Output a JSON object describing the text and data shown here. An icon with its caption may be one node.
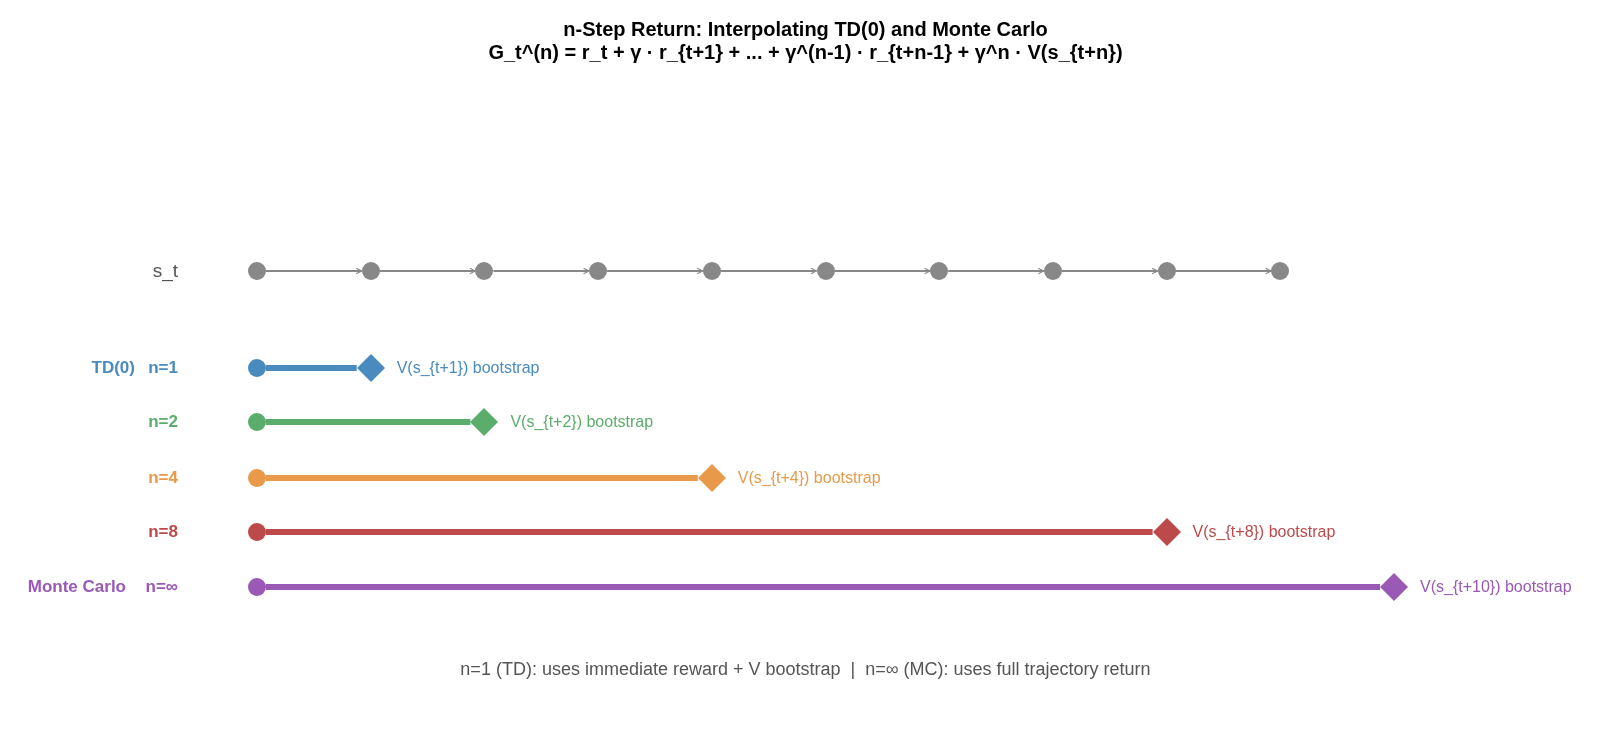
{
  "diagram": {
    "title": "n-Step Return: Interpolating TD(0) and Monte Carlo",
    "caption": "n=1 (TD): uses immediate reward + V bootstrap  |  n=∞ (MC): uses full trajectory return",
    "nodes": [
      {
        "text": [],
        "shape": "circle"
      },
      {
        "text": [],
        "shape": "circle"
      },
      {
        "text": [],
        "shape": "circle"
      },
      {
        "text": [],
        "shape": "circle"
      },
      {
        "text": [],
        "shape": "circle"
      },
      {
        "text": [],
        "shape": "circle"
      },
      {
        "text": [],
        "shape": "circle"
      },
      {
        "text": [],
        "shape": "circle"
      },
      {
        "text": [],
        "shape": "circle"
      },
      {
        "text": [],
        "shape": "circle"
      },
      {
        "text": [],
        "shape": "circle"
      },
      {
        "text": [],
        "shape": "diamond",
        "beside": [
          "V(s_{t+1}) bootstrap"
        ]
      },
      {
        "text": [],
        "shape": "circle"
      },
      {
        "text": [],
        "shape": "diamond",
        "beside": [
          "V(s_{t+2}) bootstrap"
        ]
      },
      {
        "text": [],
        "shape": "circle"
      },
      {
        "text": [],
        "shape": "diamond",
        "beside": [
          "V(s_{t+4}) bootstrap"
        ]
      },
      {
        "text": [],
        "shape": "circle"
      },
      {
        "text": [],
        "shape": "diamond",
        "beside": [
          "V(s_{t+8}) bootstrap"
        ]
      },
      {
        "text": [],
        "shape": "circle"
      },
      {
        "text": [],
        "shape": "diamond",
        "beside": [
          "V(s_{t+10}) bootstrap"
        ]
      }
    ],
    "edges": [
      {
        "from": 0,
        "to": 1,
        "arrow": "to"
      },
      {
        "from": 1,
        "to": 2,
        "arrow": "to"
      },
      {
        "from": 2,
        "to": 3,
        "arrow": "to"
      },
      {
        "from": 3,
        "to": 4,
        "arrow": "to"
      },
      {
        "from": 4,
        "to": 5,
        "arrow": "to"
      },
      {
        "from": 5,
        "to": 6,
        "arrow": "to"
      },
      {
        "from": 6,
        "to": 7,
        "arrow": "to"
      },
      {
        "from": 7,
        "to": 8,
        "arrow": "to"
      },
      {
        "from": 8,
        "to": 9,
        "arrow": "to"
      },
      {
        "from": 10,
        "to": 11,
        "arrow": "none",
        "style": "thick",
        "color": "#4a8bbf"
      },
      {
        "from": 12,
        "to": 13,
        "arrow": "none",
        "style": "thick",
        "color": "#5aad6a"
      },
      {
        "from": 14,
        "to": 15,
        "arrow": "none",
        "style": "thick",
        "color": "#e89a4a"
      },
      {
        "from": 16,
        "to": 17,
        "arrow": "none",
        "style": "thick",
        "color": "#bd4a4a"
      },
      {
        "from": 18,
        "to": 19,
        "arrow": "none",
        "style": "thick",
        "color": "#9a59b5"
      }
    ],
    "labels": [
      "G_t^(n) = r_t + γ · r_{t+1} + ... + γ^(n-1) · r_{t+n-1} + γ^n · V(s_{t+n})",
      "s_t",
      "TD(0)",
      "n=1",
      "n=2",
      "n=4",
      "n=8",
      "Monte Carlo",
      "n=∞"
    ]
  }
}
